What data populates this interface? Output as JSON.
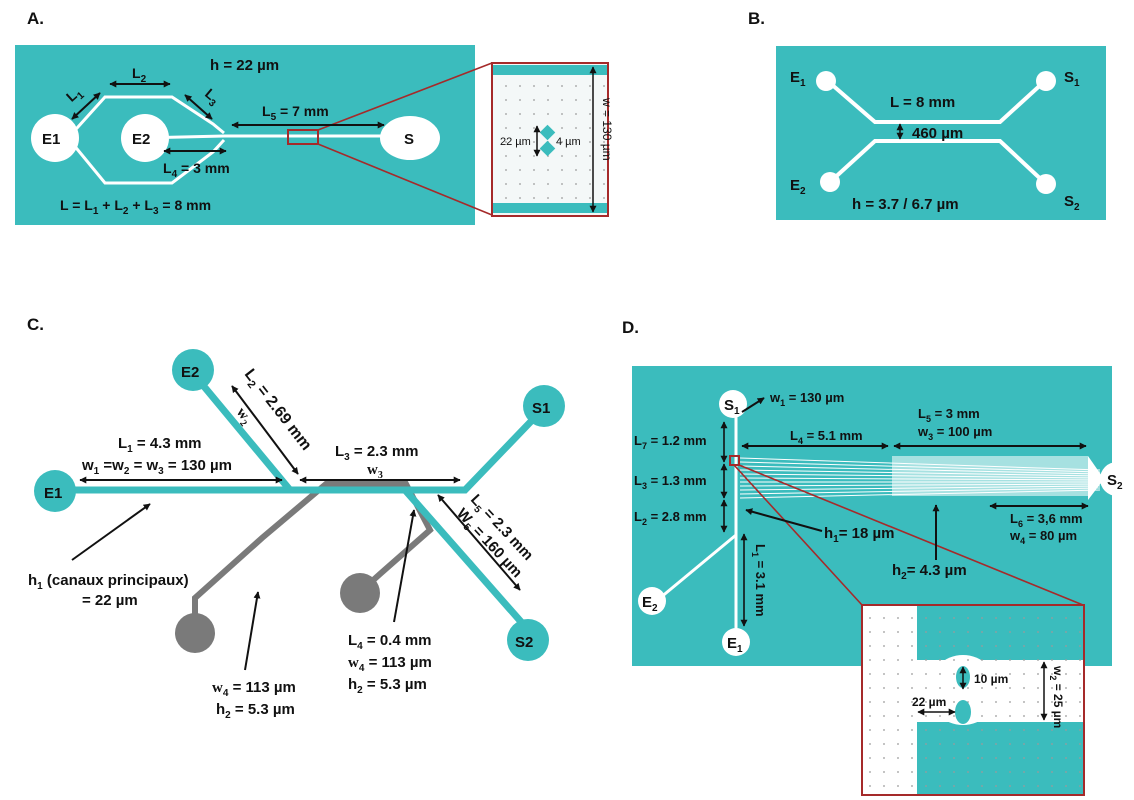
{
  "colors": {
    "teal": "#3bbcbd",
    "inset_bg": "#f4f8f8",
    "line": "#111111",
    "white_channel": "#ffffff",
    "grey_channel": "#7a7a7a",
    "zoom_red": "#a52a2a"
  },
  "panels": {
    "a": {
      "label": "A.",
      "h": "h = 22 µm",
      "l1": "L",
      "l1_sub": "1",
      "l2": "L",
      "l2_sub": "2",
      "l3": "L",
      "l3_sub": "3",
      "l5": "L",
      "l5_sub": "5",
      "l5_val": " = 7 mm",
      "l4": "L",
      "l4_sub": "4",
      "l4_val": " = 3 mm",
      "e1": "E1",
      "e2": "E2",
      "s": "S",
      "l_eq": "L = L",
      "l_eq_s1": "1",
      "l_eq_plus1": " + L",
      "l_eq_s2": "2",
      "l_eq_plus2": " + L",
      "l_eq_s3": "3",
      "l_eq_val": " = 8 mm",
      "inset_22": "22 µm",
      "inset_4": "4 µm",
      "inset_w": "w = 130 µm"
    },
    "b": {
      "label": "B.",
      "e1": "E",
      "e1_sub": "1",
      "s1": "S",
      "s1_sub": "1",
      "e2": "E",
      "e2_sub": "2",
      "s2": "S",
      "s2_sub": "2",
      "l": "L = 8 mm",
      "gap": "460 µm",
      "h": "h = 3.7 / 6.7 µm"
    },
    "c": {
      "label": "C.",
      "e1": "E1",
      "e2": "E2",
      "s1": "S1",
      "s2": "S2",
      "l2": "L",
      "l2_sub": "2",
      "l2_val": " = 2.69 mm",
      "w2": "w",
      "w2_sub": "2",
      "l1": "L",
      "l1_sub": "1",
      "l1_val": " = 4.3 mm",
      "w123": "w",
      "w123_s1": "1",
      "w123_mid1": " =w",
      "w123_s2": "2",
      "w123_mid2": " = w",
      "w123_s3": "3",
      "w123_val": " = 130 µm",
      "l3": "L",
      "l3_sub": "3",
      "l3_val": " = 2.3 mm",
      "w3": "w",
      "w3_sub": "3",
      "l5": "L",
      "l5_sub": "5",
      "l5_val": " = 2.3 mm",
      "w5": "W",
      "w5_sub": "5",
      "w5_val": " = 160 µm",
      "h1": "h",
      "h1_sub": "1",
      "h1_val": " (canaux principaux)",
      "h1_line2": "= 22 µm",
      "l4": "L",
      "l4_sub": "4",
      "l4_val": " = 0.4 mm",
      "w4a": "w",
      "w4a_sub": "4",
      "w4a_val": " = 113 µm",
      "h2a": "h",
      "h2a_sub": "2",
      "h2a_val": " = 5.3 µm",
      "w4b": "w",
      "w4b_sub": "4",
      "w4b_val": " = 113 µm",
      "h2b": "h",
      "h2b_sub": "2",
      "h2b_val": " = 5.3 µm"
    },
    "d": {
      "label": "D.",
      "s1": "S",
      "s1_sub": "1",
      "s2": "S",
      "s2_sub": "2",
      "e1": "E",
      "e1_sub": "1",
      "e2": "E",
      "e2_sub": "2",
      "w1": "w",
      "w1_sub": "1",
      "w1_val": " = 130 µm",
      "l7": "L",
      "l7_sub": "7",
      "l7_val": " = 1.2 mm",
      "l4": "L",
      "l4_sub": "4",
      "l4_val": " = 5.1 mm",
      "l5": "L",
      "l5_sub": "5",
      "l5_val": " = 3 mm",
      "w3": "w",
      "w3_sub": "3",
      "w3_val": " = 100 µm",
      "l3": "L",
      "l3_sub": "3",
      "l3_val": " = 1.3 mm",
      "l2": "L",
      "l2_sub": "2",
      "l2_val": " = 2.8 mm",
      "h1": "h",
      "h1_sub": "1",
      "h1_val": "= 18 µm",
      "h2": "h",
      "h2_sub": "2",
      "h2_val": "= 4.3 µm",
      "l6": "L",
      "l6_sub": "6",
      "l6_val": " = 3,6 mm",
      "w4": "w",
      "w4_sub": "4",
      "w4_val": " = 80 µm",
      "l1": "L",
      "l1_sub": "1",
      "l1_val": " = 3.1 mm",
      "inset_10": "10 µm",
      "inset_22": "22 µm",
      "inset_w2": "w",
      "inset_w2_sub": "2",
      "inset_w2_val": " = 25 µm"
    }
  }
}
